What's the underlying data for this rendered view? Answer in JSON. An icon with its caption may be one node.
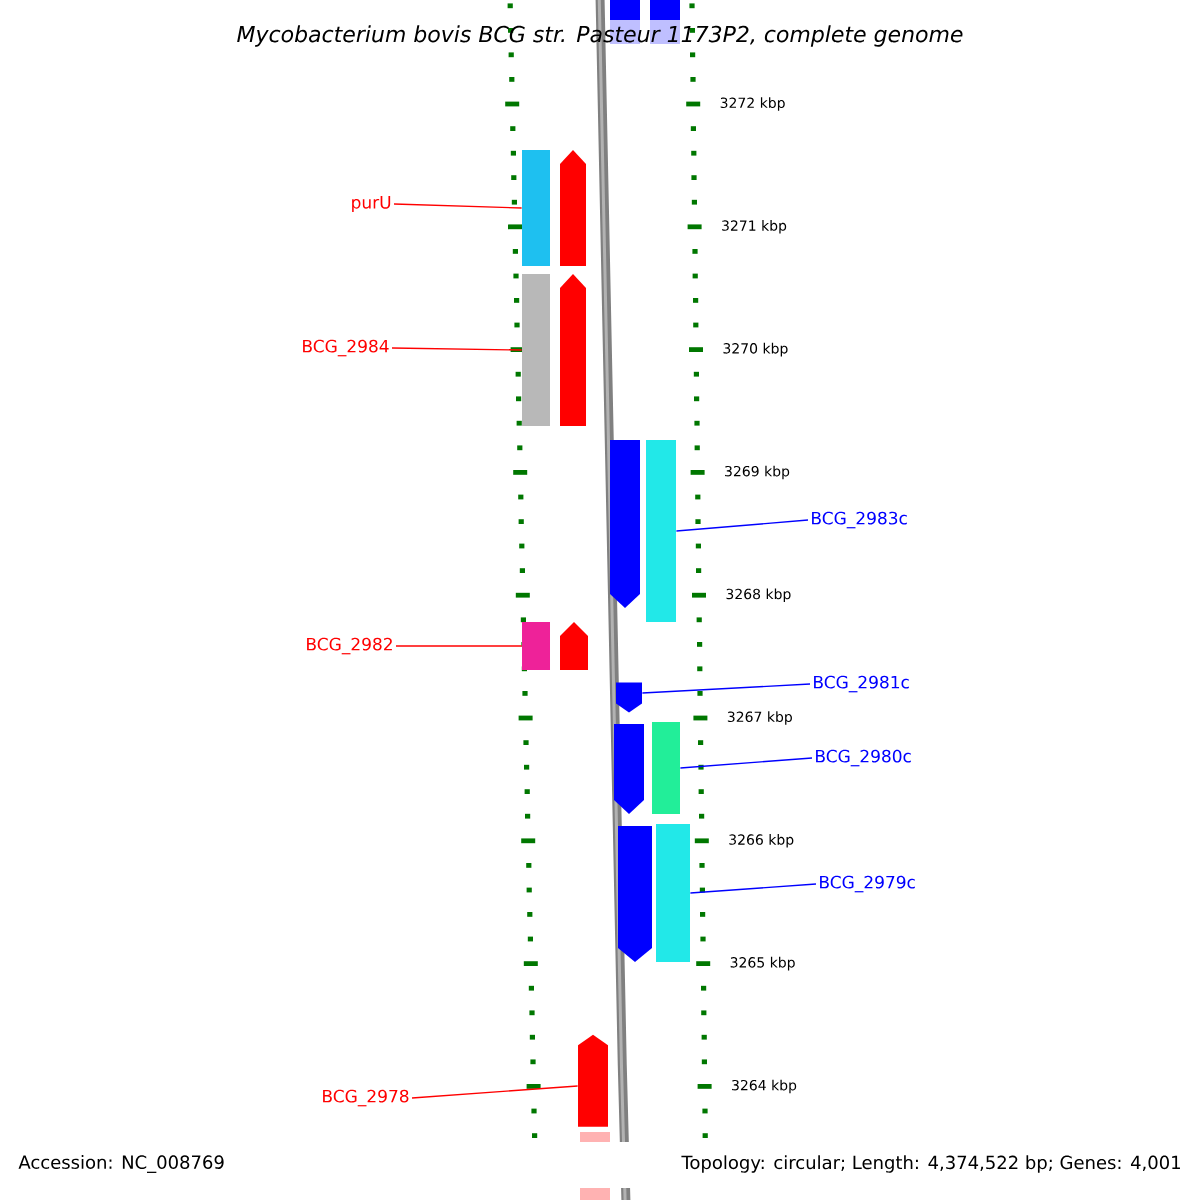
{
  "diagram": {
    "title": "*Mycobacterium bovis* BCG str. Pasteur 1173P2, complete genome",
    "nodes": [
      {
        "text": [
          "purU"
        ]
      },
      {
        "text": [],
        "shape": "bar"
      },
      {
        "text": [
          "BCG_2984"
        ]
      },
      {
        "text": [],
        "shape": "bar"
      },
      {
        "text": [
          "BCG_2983c"
        ]
      },
      {
        "text": [],
        "shape": "bar"
      },
      {
        "text": [
          "BCG_2982"
        ]
      },
      {
        "text": [],
        "shape": "bar"
      },
      {
        "text": [
          "BCG_2981c"
        ]
      },
      {
        "text": [],
        "shape": "pentagon"
      },
      {
        "text": [
          "BCG_2980c"
        ]
      },
      {
        "text": [],
        "shape": "bar"
      },
      {
        "text": [
          "BCG_2979c"
        ]
      },
      {
        "text": [],
        "shape": "bar"
      },
      {
        "text": [
          "BCG_2978"
        ]
      },
      {
        "text": [],
        "shape": "pentagon"
      }
    ],
    "edges": [
      {
        "from": 0,
        "to": 1,
        "arrow": "none",
        "color": "#ff0000"
      },
      {
        "from": 2,
        "to": 3,
        "arrow": "none",
        "color": "#ff0000"
      },
      {
        "from": 4,
        "to": 5,
        "arrow": "none",
        "color": "#0000ff"
      },
      {
        "from": 6,
        "to": 7,
        "arrow": "none",
        "color": "#ff0000"
      },
      {
        "from": 8,
        "to": 9,
        "arrow": "none",
        "color": "#0000ff"
      },
      {
        "from": 10,
        "to": 11,
        "arrow": "none",
        "color": "#0000ff"
      },
      {
        "from": 12,
        "to": 13,
        "arrow": "none",
        "color": "#0000ff"
      },
      {
        "from": 14,
        "to": 15,
        "arrow": "none",
        "color": "#ff0000"
      }
    ],
    "labels": [
      "3272 kbp",
      "3271 kbp",
      "3270 kbp",
      "3269 kbp",
      "3268 kbp",
      "3267 kbp",
      "3266 kbp",
      "3265 kbp",
      "3264 kbp",
      "Accession: NC_008769",
      "Topology: circular; Length: 4,374,522 bp; Genes: 4,001"
    ]
  }
}
